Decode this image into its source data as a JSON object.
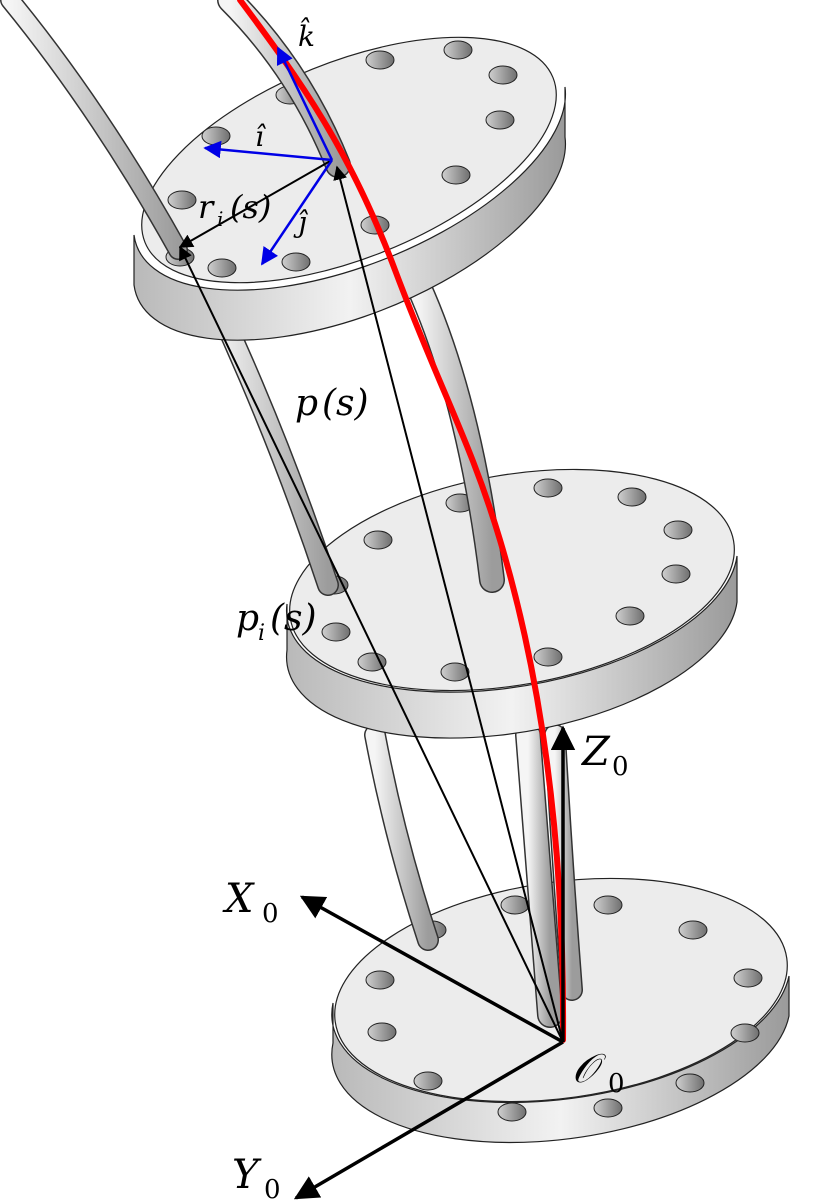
{
  "labels": {
    "k_hat": "k̂",
    "i_hat": "î",
    "j_hat": "ĵ",
    "r_i_s": "r",
    "r_i_sub": "i",
    "r_i_arg": "(s)",
    "p_s": "p",
    "p_s_arg": "(s)",
    "p_i_s": "p",
    "p_i_sub": "i",
    "p_i_arg": "(s)",
    "z0": "Z",
    "z0_sub": "0",
    "x0": "X",
    "x0_sub": "0",
    "y0": "Y",
    "y0_sub": "0",
    "origin": "𝒪",
    "origin_sub": "0"
  },
  "colors": {
    "backbone": "#ff0000",
    "local_frame": "#0000e6",
    "vectors": "#000000",
    "plate": "#ececec"
  }
}
